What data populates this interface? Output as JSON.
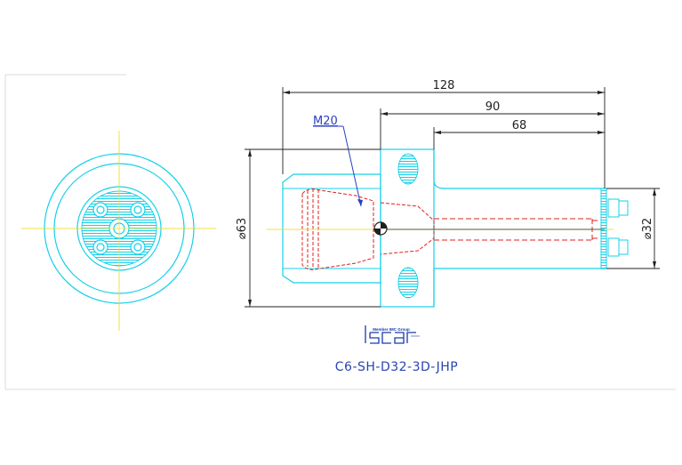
{
  "drawing": {
    "dimensions": {
      "overall_length": "128",
      "length_90": "90",
      "length_68": "68",
      "flange_diameter": "⌀63",
      "shank_diameter": "⌀32",
      "thread": "M20"
    },
    "logo": {
      "tagline": "Member IMC Group",
      "brand": "iscar"
    },
    "part_number": "C6-SH-D32-3D-JHP",
    "colors": {
      "cyan": "#16d0e8",
      "yellow": "#f0e040",
      "red": "#e02020",
      "dimension": "#202020",
      "blue": "#2a45b0"
    }
  }
}
